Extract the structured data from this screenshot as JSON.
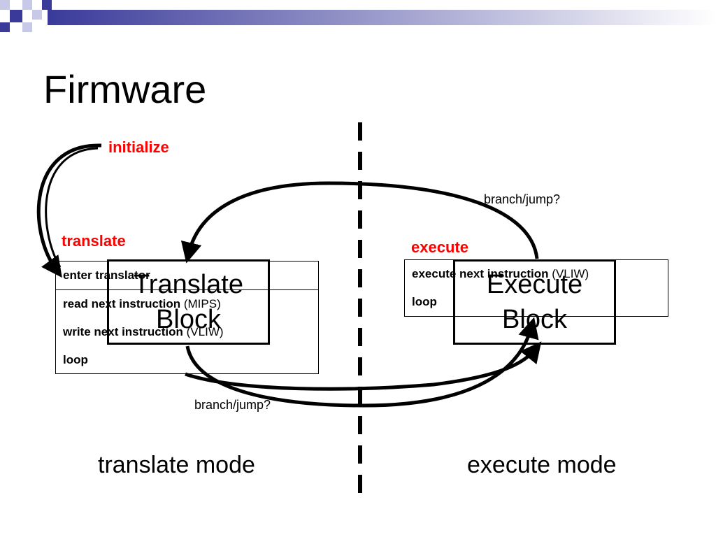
{
  "slide": {
    "title": "Firmware",
    "initialize_label": "initialize",
    "translate_panel": {
      "heading": "translate",
      "rows": [
        {
          "bold": "enter translator",
          "plain": ""
        },
        {
          "bold": "read next instruction",
          "plain": " (MIPS)"
        },
        {
          "bold": "write next instruction",
          "plain": " (VLIW)"
        },
        {
          "bold": "loop",
          "plain": ""
        }
      ]
    },
    "execute_panel": {
      "heading": "execute",
      "rows": [
        {
          "bold": "execute next instruction",
          "plain": " (VLIW)"
        },
        {
          "bold": "loop",
          "plain": ""
        }
      ]
    },
    "translate_block": {
      "line1": "Translate",
      "line2": "Block"
    },
    "execute_block": {
      "line1": "Execute",
      "line2": "Block"
    },
    "branch_top": "branch/jump?",
    "branch_bottom": "branch/jump?",
    "translate_mode": "translate mode",
    "execute_mode": "execute mode"
  },
  "colors": {
    "accent_red": "#ff0000",
    "deco_blue": "#3a3a9a",
    "deco_light": "#c8c8e8"
  }
}
